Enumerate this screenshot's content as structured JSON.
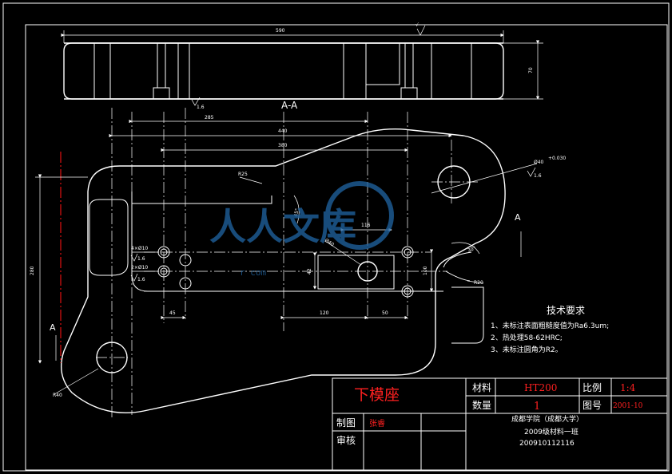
{
  "drawing": {
    "section_label": "A-A",
    "section_marker_left": "A",
    "section_marker_right": "A",
    "roughness_mark": "6.3"
  },
  "dimensions": {
    "overall_length": "590",
    "thickness": "70",
    "d285": "285",
    "d440": "440",
    "d380": "380",
    "d116": "116",
    "d280": "280",
    "d120": "120",
    "d50": "50",
    "d45": "45",
    "d100": "100",
    "d42": "42",
    "r25": "R25",
    "r40": "R40",
    "r20": "R20",
    "phi40": "Ø40",
    "phi40_tol": "+0.030",
    "hole_spec_1": "4×Ø10",
    "hole_spec_2": "2×Ø10",
    "angle_45": "45°",
    "angle_30": "30°",
    "phi40_box": "Ø40",
    "roughness_16a": "1.6",
    "roughness_16b": "1.6",
    "roughness_16c": "1.6",
    "roughness_16d": "1.6"
  },
  "tech_requirements": {
    "title": "技术要求",
    "items": [
      "1、未标注表面粗糙度值为Ra6.3um;",
      "2、热处理58-62HRC;",
      "3、未标注圆角为R2。"
    ]
  },
  "title_block": {
    "part_name": "下模座",
    "material_label": "材料",
    "material_value": "HT200",
    "scale_label": "比例",
    "scale_value": "1:4",
    "quantity_label": "数量",
    "quantity_value": "1",
    "drawing_no_label": "图号",
    "drawing_no_value": "2001-10",
    "drawn_label": "制图",
    "drawn_value": "张睿",
    "checked_label": "审核",
    "school": "成都学院（成都大学）",
    "class": "2009级材料一班",
    "student_id": "200910112116"
  },
  "watermark": {
    "text": "人人文库",
    "url_fragment": "r          com"
  },
  "colors": {
    "background": "#000000",
    "lines": "#ffffff",
    "red": "#ff2020",
    "watermark": "#1e5f9a"
  }
}
